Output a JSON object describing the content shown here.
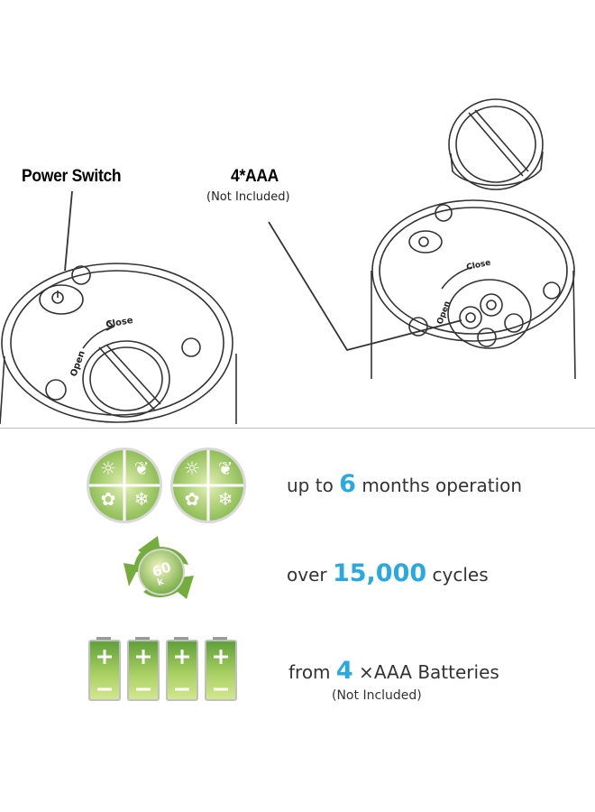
{
  "labels": {
    "power_switch": "Power Switch",
    "battery_count": "4*AAA",
    "battery_note": "(Not Included)",
    "open": "Open",
    "close": "Close"
  },
  "features": [
    {
      "icon": "seasons-icon",
      "prefix": "up to ",
      "number": "6",
      "suffix": " months operation"
    },
    {
      "icon": "recycle-60k-icon",
      "prefix": "over ",
      "number": "15,000",
      "suffix": " cycles",
      "badge": "60",
      "badge_sub": "k"
    },
    {
      "icon": "aaa-batteries-icon",
      "prefix": "from ",
      "number": "4",
      "suffix": " ×AAA Batteries",
      "note": "(Not Included)"
    }
  ],
  "colors": {
    "accent": "#29a9e0",
    "green_dark": "#5f9e38",
    "green_light": "#c9e08a"
  }
}
